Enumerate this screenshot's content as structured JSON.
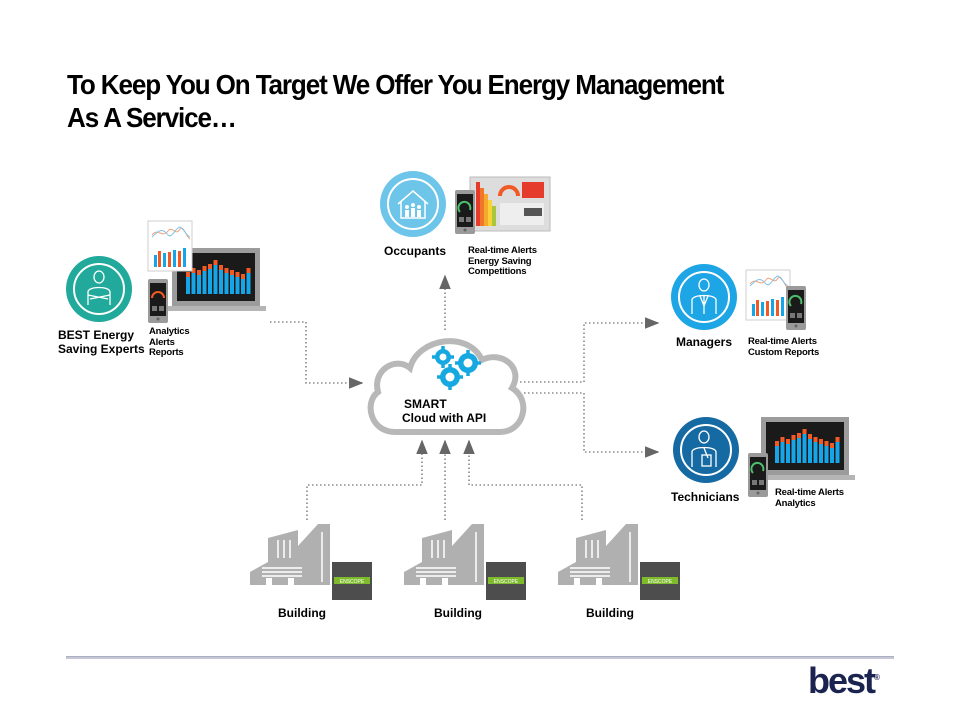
{
  "title": {
    "line1": "To Keep You On Target We Offer You Energy Management",
    "line2": "As A Service…"
  },
  "colors": {
    "teal": "#21a99b",
    "sky": "#6ec5ea",
    "blue": "#1ea5e6",
    "navy": "#166aa3",
    "gear": "#16a8e0",
    "bar_blue": "#16a6e8",
    "bar_orange": "#f15a24",
    "cloud_stroke": "#b8b8b8",
    "building_grey": "#b0b0b0",
    "enscope_box": "#4d4d4d",
    "enscope_label": "#7dbb2c",
    "logo": "#1b2350"
  },
  "cloud": {
    "line1": "SMART",
    "line2": "Cloud with API",
    "icon": "gears-icon"
  },
  "nodes": {
    "experts": {
      "label_line1": "BEST Energy",
      "label_line2": "Saving Experts",
      "features": [
        "Analytics",
        "Alerts",
        "Reports"
      ],
      "icon": "expert-person-icon"
    },
    "occupants": {
      "label": "Occupants",
      "features": [
        "Real-time Alerts",
        "Energy Saving",
        "Competitions"
      ],
      "icon": "house-family-icon"
    },
    "managers": {
      "label": "Managers",
      "features": [
        "Real-time Alerts",
        "Custom Reports"
      ],
      "icon": "manager-person-icon"
    },
    "technicians": {
      "label": "Technicians",
      "features": [
        "Real-time Alerts",
        "Analytics"
      ],
      "icon": "technician-clipboard-icon"
    }
  },
  "buildings": [
    {
      "label": "Building",
      "device_label": "ENSCOPE"
    },
    {
      "label": "Building",
      "device_label": "ENSCOPE"
    },
    {
      "label": "Building",
      "device_label": "ENSCOPE"
    }
  ],
  "logo": {
    "text": "best",
    "mark": "®"
  }
}
